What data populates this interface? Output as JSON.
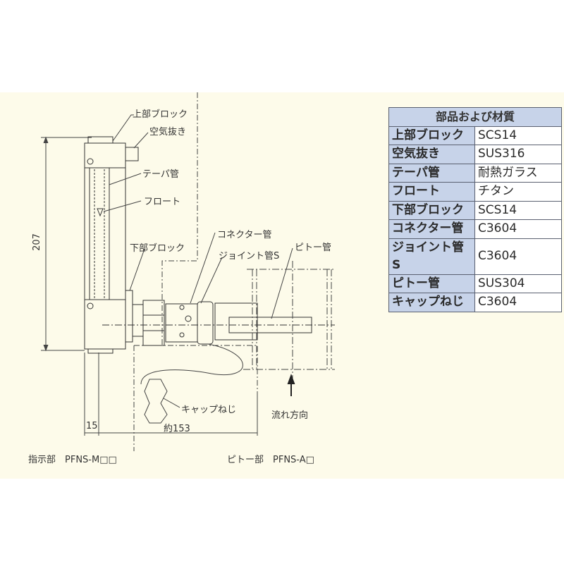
{
  "diagram": {
    "labels": {
      "upper_block": "上部ブロック",
      "air_vent": "空気抜き",
      "taper_tube": "テーパ管",
      "float": "フロート",
      "lower_block": "下部ブロック",
      "connector_tube": "コネクター管",
      "joint_tube": "ジョイント管S",
      "pitot_tube": "ピトー管",
      "cap_screw": "キャップねじ",
      "flow_direction": "流れ方向"
    },
    "dimensions": {
      "height": "207",
      "offset": "15",
      "width": "約153"
    },
    "captions": {
      "indicator": "指示部　PFNS-M□□",
      "pitot": "ピトー部　PFNS-A□"
    }
  },
  "table": {
    "title": "部品および材質",
    "rows": [
      {
        "part": "上部ブロック",
        "material": "SCS14"
      },
      {
        "part": "空気抜き",
        "material": "SUS316"
      },
      {
        "part": "テーパ管",
        "material": "耐熱ガラス"
      },
      {
        "part": "フロート",
        "material": "チタン"
      },
      {
        "part": "下部ブロック",
        "material": "SCS14"
      },
      {
        "part": "コネクター管",
        "material": "C3604"
      },
      {
        "part": "ジョイント管S",
        "material": "C3604"
      },
      {
        "part": "ピトー管",
        "material": "SUS304"
      },
      {
        "part": "キャップねじ",
        "material": "C3604"
      }
    ]
  }
}
